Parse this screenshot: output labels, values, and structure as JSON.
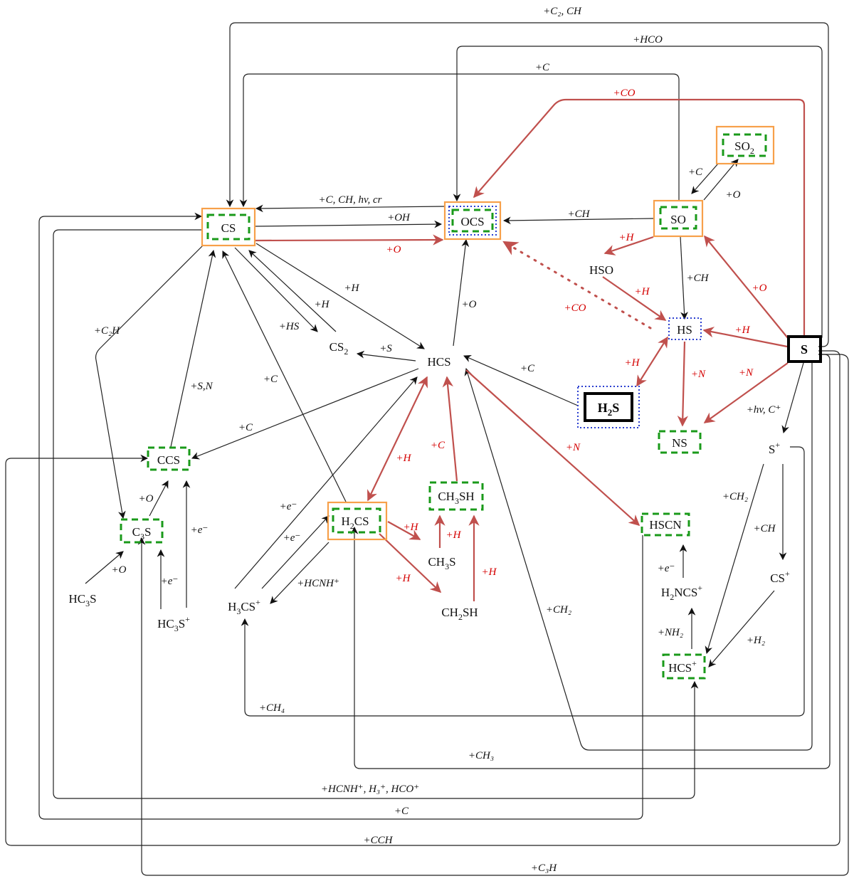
{
  "diagram": {
    "title": "Sulfur chemistry reaction network",
    "colors": {
      "normal_edge": "#222222",
      "main_path_edge": "#c0504d",
      "main_path_label": "#d40000",
      "orange_box": "#f7a04a",
      "green_dashed_box": "#1a9a1a",
      "blue_dotted_box": "#2b3fd0"
    },
    "nodes": {
      "CS": {
        "label": "CS"
      },
      "OCS": {
        "label": "OCS"
      },
      "SO": {
        "label": "SO"
      },
      "SO2": {
        "label": "SO",
        "sub": "2"
      },
      "HSO": {
        "label": "HSO"
      },
      "HS": {
        "label": "HS"
      },
      "S": {
        "label": "S"
      },
      "H2S": {
        "label": "H",
        "sub": "2",
        "tail": "S"
      },
      "NS": {
        "label": "NS"
      },
      "CS2": {
        "label": "CS",
        "sub": "2"
      },
      "HCS": {
        "label": "HCS"
      },
      "CCS": {
        "label": "CCS"
      },
      "C3S": {
        "label": "C",
        "sub": "3",
        "tail": "S"
      },
      "HC3S": {
        "label": "HC",
        "sub": "3",
        "tail": "S"
      },
      "HC3Splus": {
        "label": "HC",
        "sub": "3",
        "tail": "S",
        "sup": "+"
      },
      "H3CSplus": {
        "label": "H",
        "sub": "3",
        "tail": "CS",
        "sup": "+"
      },
      "H2CS": {
        "label": "H",
        "sub": "2",
        "tail": "CS"
      },
      "CH3SH": {
        "label": "CH",
        "sub": "3",
        "tail": "SH"
      },
      "CH3S": {
        "label": "CH",
        "sub": "3",
        "tail": "S"
      },
      "CH2SH": {
        "label": "CH",
        "sub": "2",
        "tail": "SH"
      },
      "HSCN": {
        "label": "HSCN"
      },
      "H2NCSplus": {
        "label": "H",
        "sub": "2",
        "tail": "NCS",
        "sup": "+"
      },
      "HCSplus": {
        "label": "HCS",
        "sup": "+"
      },
      "Splus": {
        "label": "S",
        "sup": "+"
      },
      "CSplus": {
        "label": "CS",
        "sup": "+"
      }
    },
    "edge_labels": {
      "top_c2_ch": "+C₂, CH",
      "top_hco": "+HCO",
      "top_c": "+C",
      "top_co": "+CO",
      "ocs_to_cs": "+C, CH, hv, cr",
      "cs_oh": "+OH",
      "cs_o": "+O",
      "so_ch_ocs": "+CH",
      "so2_c": "+C",
      "so_o": "+O",
      "so_h": "+H",
      "hso_h": "+H",
      "so_ch_hs": "+CH",
      "s_o": "+O",
      "hs_co": "+CO",
      "s_h": "+H",
      "cs_h_hcs": "+H",
      "cs2_h": "+H",
      "cs_hs": "+HS",
      "hcs_s": "+S",
      "hcs_o": "+O",
      "h2s_c": "+C",
      "hs_h2s_h": "+H",
      "hs_n": "+N",
      "s_n": "+N",
      "s_hv": "+hv, C⁺",
      "c2h": "+C₂H",
      "ccs_sn": "+S,N",
      "h2cs_c": "+C",
      "hcs_c_ccs": "+C",
      "hcs_h_h2cs": "+H",
      "ch3sh_c": "+C",
      "hcs_n": "+N",
      "c3s_o": "+O",
      "hc3s_o": "+O",
      "hc3splus_e": "+e⁻",
      "ccs_e": "+e⁻",
      "h3cs_e1": "+e⁻",
      "h3cs_e2": "+e⁻",
      "hcnh": "+HCNH⁺",
      "h2cs_h1": "+H",
      "h2cs_h2": "+H",
      "ch3s_h": "+H",
      "ch2sh_h": "+H",
      "ch2": "+CH₂",
      "splus_ch2": "+CH₂",
      "splus_ch": "+CH",
      "h2ncs_e": "+e⁻",
      "nh2": "+NH₂",
      "csplus_h2": "+H₂",
      "ch4": "+CH₄",
      "ch3": "+CH₃",
      "hcnh_h3_hco": "+HCNH⁺, H₃⁺, HCO⁺",
      "bottom_c": "+C",
      "cch": "+CCH",
      "c3h": "+C₃H"
    }
  }
}
